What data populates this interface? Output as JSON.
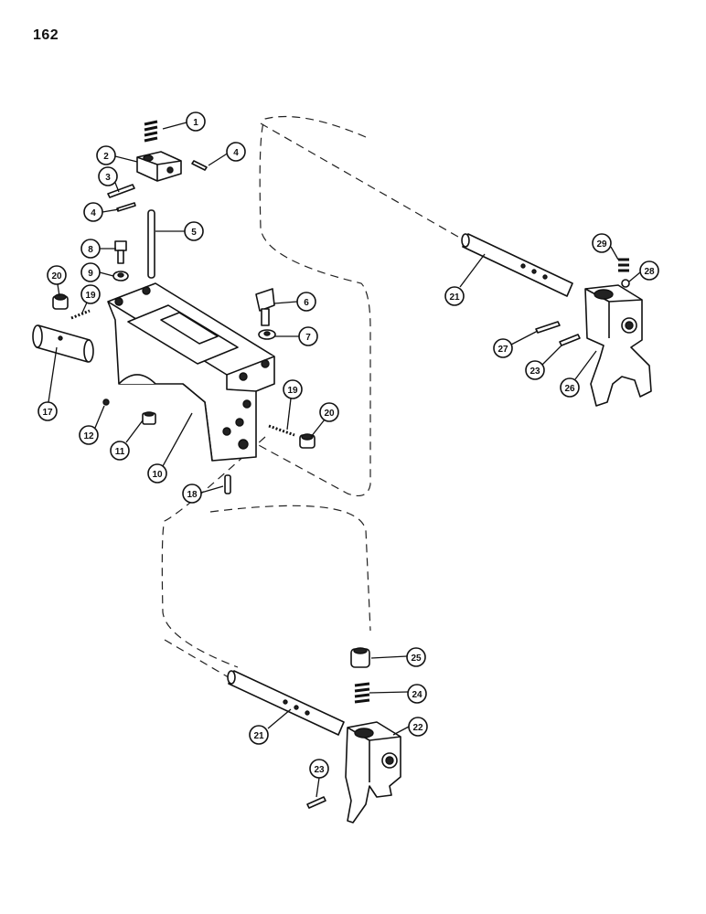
{
  "page": {
    "number": "162"
  },
  "callouts": [
    {
      "label": "1"
    },
    {
      "label": "2"
    },
    {
      "label": "3"
    },
    {
      "label": "4"
    },
    {
      "label": "4"
    },
    {
      "label": "5"
    },
    {
      "label": "8"
    },
    {
      "label": "9"
    },
    {
      "label": "20"
    },
    {
      "label": "19"
    },
    {
      "label": "6"
    },
    {
      "label": "7"
    },
    {
      "label": "17"
    },
    {
      "label": "12"
    },
    {
      "label": "11"
    },
    {
      "label": "10"
    },
    {
      "label": "19"
    },
    {
      "label": "20"
    },
    {
      "label": "18"
    },
    {
      "label": "21"
    },
    {
      "label": "29"
    },
    {
      "label": "28"
    },
    {
      "label": "27"
    },
    {
      "label": "23"
    },
    {
      "label": "26"
    },
    {
      "label": "25"
    },
    {
      "label": "24"
    },
    {
      "label": "21"
    },
    {
      "label": "22"
    },
    {
      "label": "23"
    }
  ]
}
